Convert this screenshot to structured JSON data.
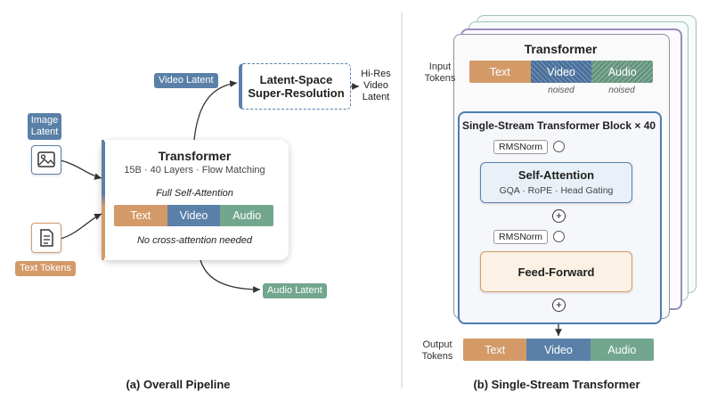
{
  "left": {
    "caption": "(a) Overall Pipeline",
    "image_latent": "Image\nLatent",
    "text_tokens": "Text Tokens",
    "video_latent": "Video Latent",
    "audio_latent": "Audio Latent",
    "sr_box": "Latent-Space\nSuper-Resolution",
    "hires": "Hi-Res\nVideo\nLatent",
    "transformer": {
      "title": "Transformer",
      "subtitle": "15B · 40 Layers · Flow Matching",
      "attn": "Full Self-Attention",
      "segments": [
        "Text",
        "Video",
        "Audio"
      ],
      "note": "No cross-attention needed"
    }
  },
  "right": {
    "caption": "(b) Single-Stream Transformer",
    "title": "Transformer",
    "input_label": "Input\nTokens",
    "output_label": "Output\nTokens",
    "input_segments": [
      "Text",
      "Video",
      "Audio"
    ],
    "noised": [
      "noised",
      "noised"
    ],
    "block_title": "Single-Stream Transformer Block × 40",
    "rmsnorm": "RMSNorm",
    "self_attention": "Self-Attention",
    "self_attention_sub": "GQA · RoPE · Head Gating",
    "feed_forward": "Feed-Forward",
    "output_segments": [
      "Text",
      "Video",
      "Audio"
    ]
  },
  "colors": {
    "text": "#d39a68",
    "video": "#5a80a8",
    "audio": "#72a68e",
    "stack_purple": "#9a8cc0",
    "block_blue": "#4f7db3",
    "residual_red": "#b0463e"
  }
}
